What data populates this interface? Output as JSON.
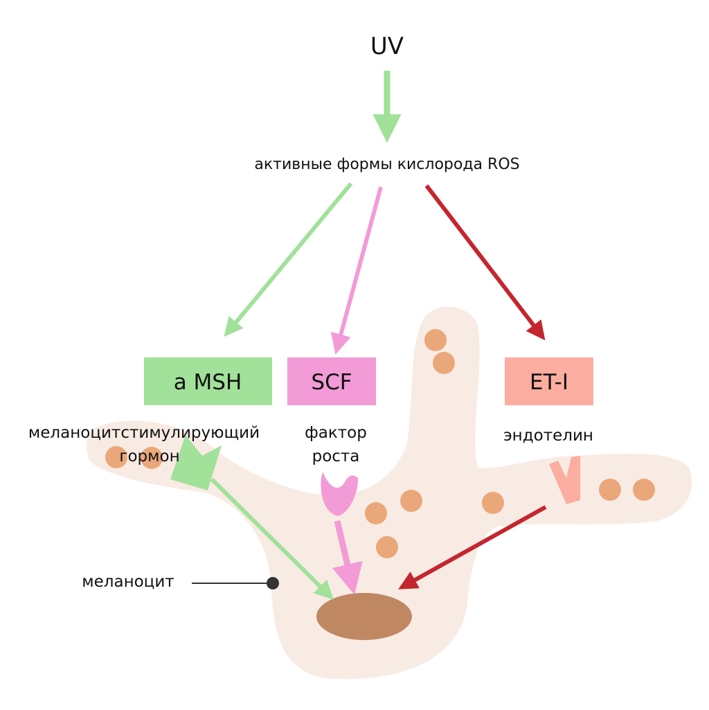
{
  "title": "UV",
  "ros_label": "активные формы кислорода ROS",
  "boxes": [
    {
      "id": "msh",
      "label": "a MSH",
      "caption_lines": [
        "меланоцитстимулирующий",
        "гормон"
      ],
      "color": "#a1e19a"
    },
    {
      "id": "scf",
      "label": "SCF",
      "caption_lines": [
        "фактор",
        "роста"
      ],
      "color": "#f29bd6"
    },
    {
      "id": "et1",
      "label": "ET-I",
      "caption_lines": [
        "эндотелин"
      ],
      "color": "#fbada0"
    }
  ],
  "cell_label": "меланоцит",
  "colors": {
    "cell": "#f8ebe3",
    "granule": "#eaa77a",
    "nucleus": "#c08763",
    "arrow_green": "#a1e19a",
    "arrow_pink": "#f29bd6",
    "arrow_red": "#c4262e",
    "pointer": "#333333"
  }
}
